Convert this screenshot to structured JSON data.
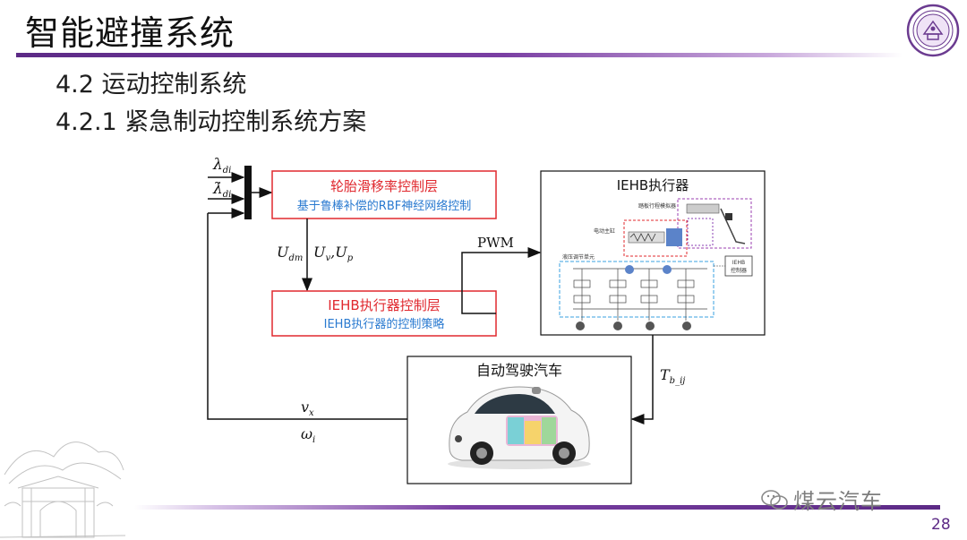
{
  "slide": {
    "title": "智能避撞系统",
    "section": "4.2 运动控制系统",
    "subsection": "4.2.1  紧急制动控制系统方案",
    "page_number": "28",
    "watermark_text": "煤云汽车"
  },
  "colors": {
    "accent_purple": "#5c2a86",
    "red_box": "#e0282e",
    "blue_text": "#2a7ad0"
  },
  "diagram": {
    "inputs": {
      "lambda_d": "λ",
      "lambda_d_sub": "di",
      "lambda_d_dot": "λ̇",
      "lambda_d_dot_sub": "di"
    },
    "tire_layer": {
      "title": "轮胎滑移率控制层",
      "subtitle": "基于鲁棒补偿的RBF神经网络控制"
    },
    "signals": {
      "u_dm": "U",
      "u_dm_sub": "dm",
      "u_v": "U",
      "u_v_sub": "v",
      "u_p": "U",
      "u_p_sub": "p",
      "pwm": "PWM",
      "tb": "T",
      "tb_sub": "b_ij",
      "vx": "v",
      "vx_sub": "x",
      "omega": "ω",
      "omega_sub": "i"
    },
    "actuator_layer": {
      "title": "IEHB执行器控制层",
      "subtitle": "IEHB执行器的控制策略"
    },
    "ehb_box": {
      "title": "IEHB执行器",
      "labels": {
        "pedal_sim": "踏板行程模拟器",
        "master_cyl": "电动主缸",
        "hyd_unit": "液压调节单元",
        "controller_1": "IEHB",
        "controller_2": "控制器"
      }
    },
    "vehicle_box": {
      "title": "自动驾驶汽车"
    }
  }
}
